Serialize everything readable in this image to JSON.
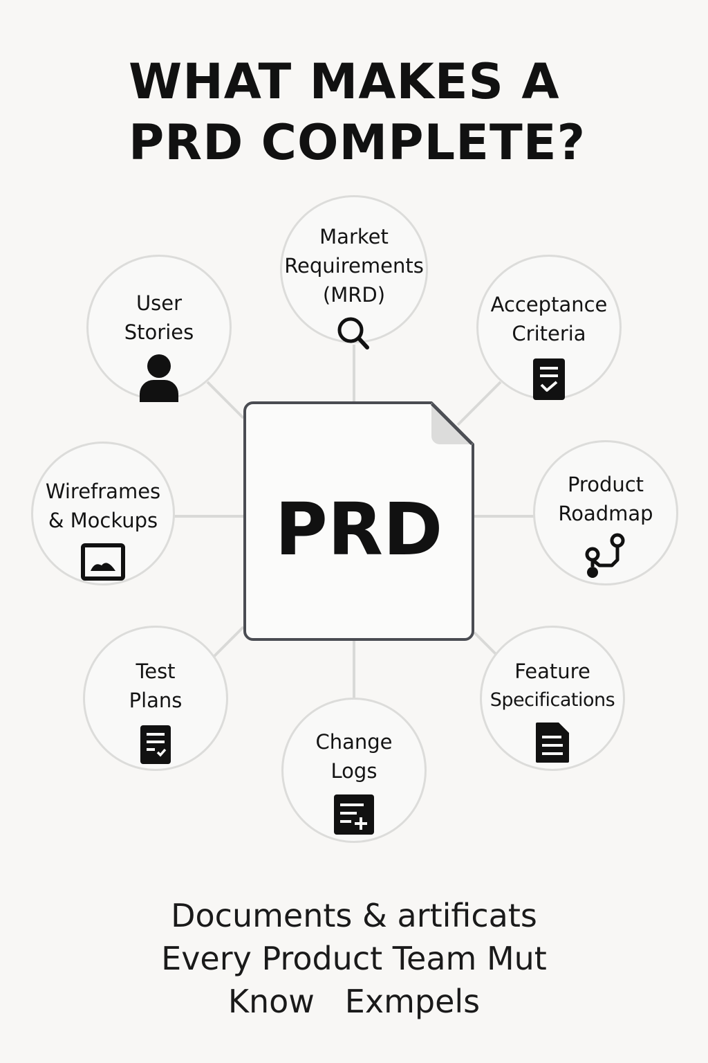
{
  "title": {
    "line1": "WHAT MAKES A",
    "line2": "PRD COMPLETE?"
  },
  "center": {
    "label": "PRD",
    "icon": "document-icon"
  },
  "nodes": [
    {
      "lines": [
        "Market",
        "Requirements",
        "(MRD)"
      ],
      "icon": "magnifier-icon"
    },
    {
      "lines": [
        "User",
        "Stories"
      ],
      "icon": "person-icon"
    },
    {
      "lines": [
        "Acceptance",
        "Criteria"
      ],
      "icon": "checklist-icon"
    },
    {
      "lines": [
        "Wireframes",
        "& Mockups"
      ],
      "icon": "image-frame-icon"
    },
    {
      "lines": [
        "Product",
        "Roadmap"
      ],
      "icon": "route-icon"
    },
    {
      "lines": [
        "Test",
        "Plans"
      ],
      "icon": "test-plan-icon"
    },
    {
      "lines": [
        "Feature",
        "Specifications"
      ],
      "icon": "document-lines-icon"
    },
    {
      "lines": [
        "Change",
        "Logs"
      ],
      "icon": "list-plus-icon"
    }
  ],
  "caption": {
    "line1": "Documents & artificats",
    "line2": "Every Product Team Mut",
    "line3": "Know   Exmpels"
  },
  "colors": {
    "background": "#f8f7f5",
    "circle_border": "#dcdcda",
    "connector": "#d9d9d7",
    "doc_border": "#4a4c52",
    "text": "#111111"
  }
}
